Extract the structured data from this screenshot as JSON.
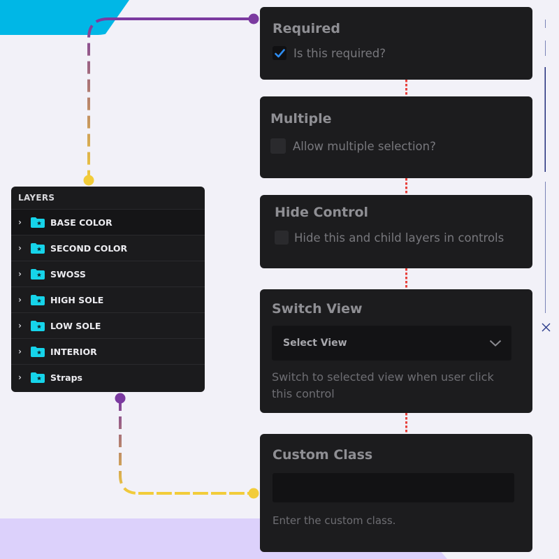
{
  "colors": {
    "accent_cyan": "#00b7e6",
    "connector_purple": "#7b3aa0",
    "connector_yellow": "#f2cc3a",
    "separator_red": "#e8413c",
    "scroll_navy": "#1f2a7a"
  },
  "layers_panel": {
    "title": "LAYERS",
    "items": [
      {
        "label": "BASE COLOR",
        "icon": "folder-star-icon"
      },
      {
        "label": "SECOND COLOR",
        "icon": "folder-star-icon"
      },
      {
        "label": "SWOSS",
        "icon": "folder-star-icon"
      },
      {
        "label": "HIGH SOLE",
        "icon": "folder-star-icon"
      },
      {
        "label": "LOW SOLE",
        "icon": "folder-star-icon"
      },
      {
        "label": "INTERIOR",
        "icon": "folder-star-icon"
      },
      {
        "label": "Straps",
        "icon": "folder-star-icon"
      }
    ]
  },
  "required": {
    "title": "Required",
    "checkbox_label": "Is this required?",
    "checked": true
  },
  "multiple": {
    "title": "Multiple",
    "checkbox_label": "Allow multiple selection?",
    "checked": false
  },
  "hide_control": {
    "title": "Hide Control",
    "checkbox_label": "Hide this and child layers in controls",
    "checked": false
  },
  "switch_view": {
    "title": "Switch View",
    "select_value": "Select View",
    "help": "Switch to selected view when user click this control"
  },
  "custom_class": {
    "title": "Custom Class",
    "input_value": "",
    "help": "Enter the custom class."
  }
}
